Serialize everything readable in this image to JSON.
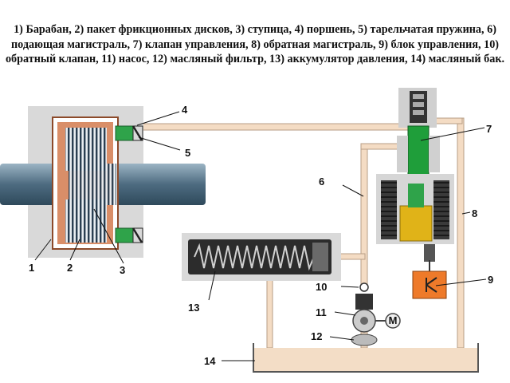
{
  "caption": {
    "line1": "1) Барабан, 2) пакет фрикционных дисков, 3) ступица, 4) поршень, 5) тарельчатая пружина, 6)",
    "line2": "подающая магистраль, 7) клапан управления, 8) обратная магистраль, 9) блок управления, 10)",
    "line3": "обратный клапан, 11) насос, 12) масляный фильтр, 13) аккумулятор давления, 14) масляный бак."
  },
  "callouts": {
    "c1": "1",
    "c2": "2",
    "c3": "3",
    "c4": "4",
    "c5": "5",
    "c6": "6",
    "c7": "7",
    "c8": "8",
    "c9": "9",
    "c10": "10",
    "c11": "11",
    "c12": "12",
    "c13": "13",
    "c14": "14"
  },
  "pump_motor_label": "M",
  "colors": {
    "pipe": "#f4dcc4",
    "pipe_edge": "#b79e86",
    "oil": "#f3ddc6",
    "housing": "#d9d9d9",
    "friction": "#d27a4e",
    "piston": "#2fa34a",
    "valve_green": "#1f9e3a",
    "solenoid_yellow": "#e0b318",
    "control_unit": "#ee7a2a",
    "shaft": "#5f7f95"
  }
}
